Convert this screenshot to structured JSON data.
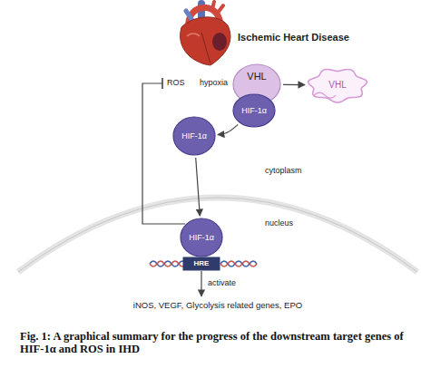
{
  "diagram": {
    "caption": "Fig. 1: A graphical summary for the progress of the downstream target genes of HIF-1α and ROS in IHD",
    "nodes": [
      {
        "text": [
          "VHL"
        ]
      },
      {
        "text": [
          "HIF-1α"
        ]
      },
      {
        "text": [
          "VHL"
        ]
      },
      {
        "text": [
          "HIF-1α"
        ]
      },
      {
        "text": [
          "HIF-1α"
        ]
      },
      {
        "text": [
          "HRE"
        ]
      }
    ],
    "edges": [
      {
        "from": 0,
        "to": 2,
        "arrow": "to"
      },
      {
        "from": 1,
        "to": 3,
        "arrow": "to"
      },
      {
        "from": 3,
        "to": 4,
        "arrow": "to"
      }
    ],
    "labels": [
      "Ischemic Heart Disease",
      "ROS",
      "hypoxia",
      "cytoplasm",
      "nucleus",
      "activate",
      "iNOS, VEGF, Glycolysis related genes, EPO"
    ]
  }
}
